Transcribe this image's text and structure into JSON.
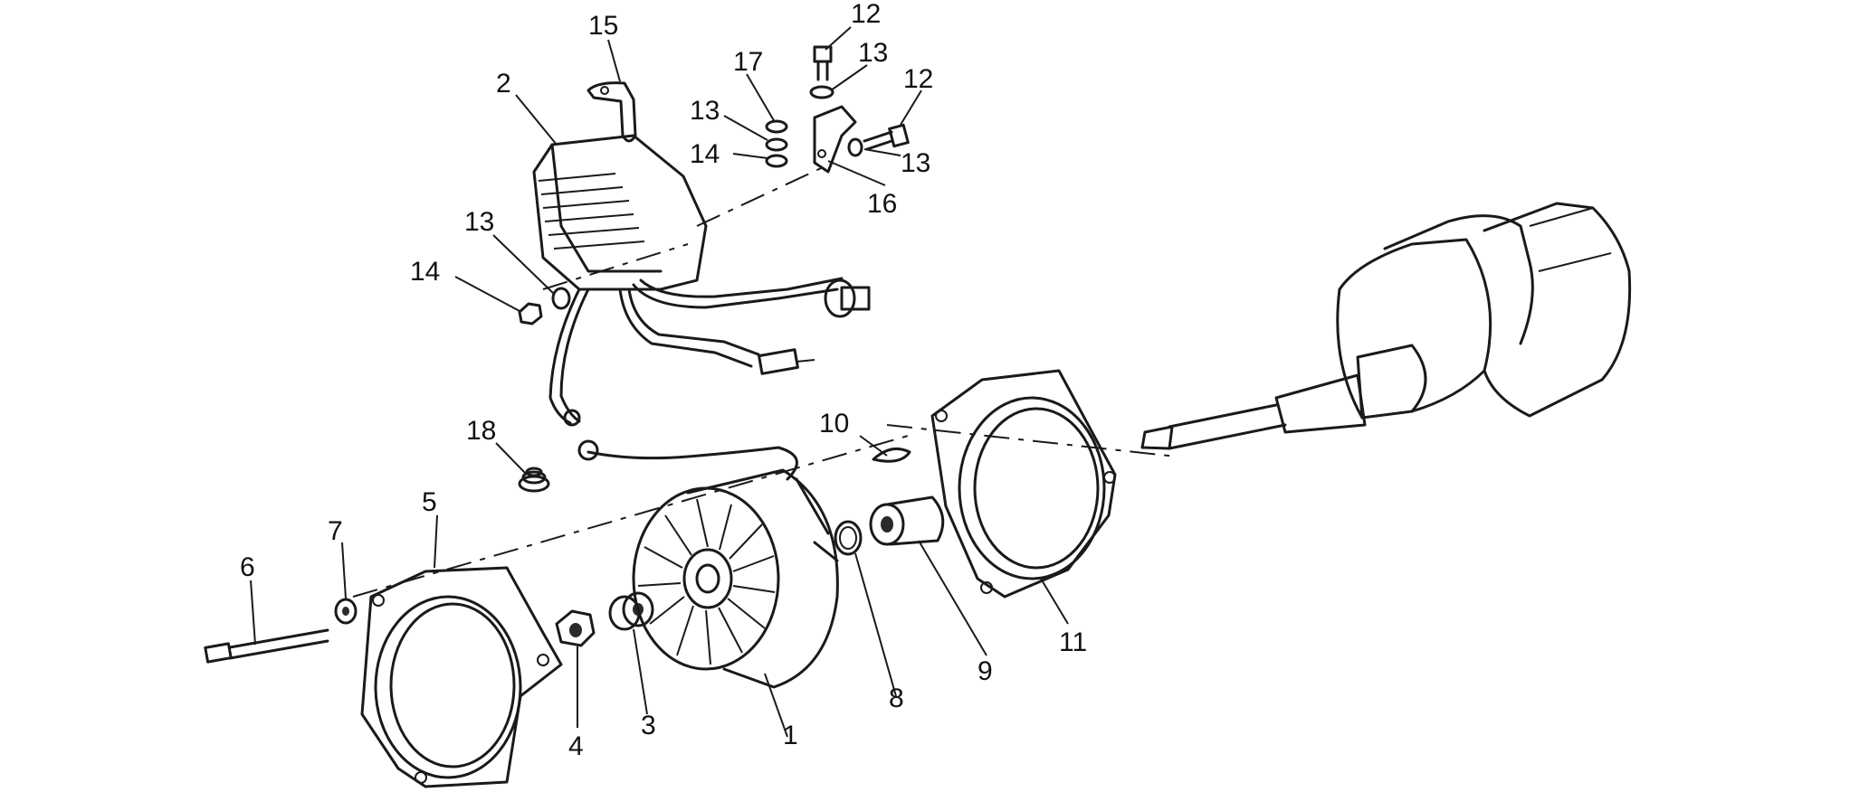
{
  "diagram": {
    "callouts": {
      "c1": "1",
      "c2": "2",
      "c3": "3",
      "c4": "4",
      "c5": "5",
      "c6": "6",
      "c7": "7",
      "c8": "8",
      "c9": "9",
      "c10": "10",
      "c11": "11",
      "c12a": "12",
      "c12b": "12",
      "c13a": "13",
      "c13b": "13",
      "c13c": "13",
      "c13d": "13",
      "c14a": "14",
      "c14b": "14",
      "c15": "15",
      "c16": "16",
      "c17": "17",
      "c18": "18"
    },
    "ink_color": "#1a1a1a",
    "background": "#ffffff"
  }
}
